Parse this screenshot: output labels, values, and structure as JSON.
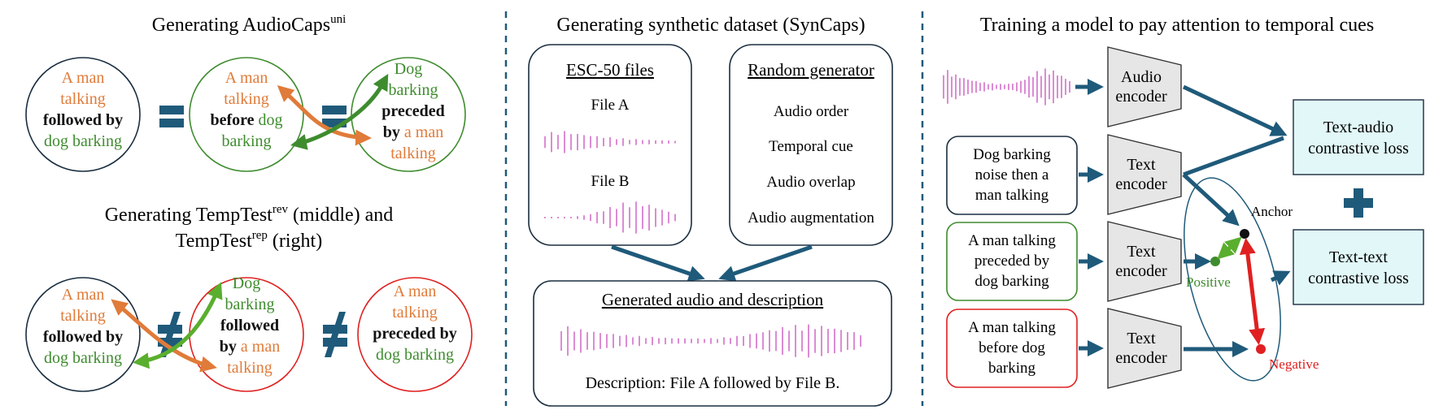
{
  "colors": {
    "orange": "#E07B39",
    "green": "#3E8C2E",
    "navy": "#1F5A7A",
    "pink": "#D77FD0",
    "red": "#E02020",
    "box_fill": "#E6E6E6",
    "loss_fill": "#E1F7F8"
  },
  "panel1": {
    "title": "Generating AudioCaps",
    "title_sup": "uni",
    "circle_a": {
      "l1": "A man",
      "l2": "talking",
      "l3": "followed by",
      "l4": "dog barking"
    },
    "circle_b": {
      "l1": "A man",
      "l2": "talking",
      "l3_bold": "before",
      "l3_rest": " dog",
      "l4": "barking"
    },
    "circle_c": {
      "l1": "Dog",
      "l2": "barking",
      "l3": "preceded",
      "l4_bold": "by",
      "l4_rest": " a man",
      "l5": "talking"
    },
    "title2_l1": "Generating TempTest",
    "title2_sup1": "rev",
    "title2_l1_rest": " (middle) and",
    "title2_l2": "TempTest",
    "title2_sup2": "rep",
    "title2_l2_rest": " (right)",
    "circle_d": {
      "l1": "A man",
      "l2": "talking",
      "l3": "followed by",
      "l4": "dog barking"
    },
    "circle_e": {
      "l1": "Dog",
      "l2": "barking",
      "l3": "followed",
      "l4_bold": "by",
      "l4_rest": " a man",
      "l5": "talking"
    },
    "circle_f": {
      "l1": "A man",
      "l2": "talking",
      "l3": "preceded by",
      "l4": "dog barking"
    }
  },
  "panel2": {
    "title": "Generating synthetic dataset (SynCaps)",
    "esc_title": "ESC-50 files",
    "file_a": "File A",
    "file_b": "File B",
    "gen_title": "Random generator",
    "gen_items": [
      "Audio order",
      "Temporal cue",
      "Audio overlap",
      "Audio augmentation"
    ],
    "out_title": "Generated audio and description",
    "out_desc": "Description: File A followed by File B."
  },
  "panel3": {
    "title": "Training a model to pay attention to temporal cues",
    "audio_encoder": {
      "l1": "Audio",
      "l2": "encoder"
    },
    "text_encoder": {
      "l1": "Text",
      "l2": "encoder"
    },
    "cap1": [
      "Dog barking",
      "noise then a",
      "man talking"
    ],
    "cap2": [
      "A man talking",
      "preceded by",
      "dog barking"
    ],
    "cap3": [
      "A man talking",
      "before dog",
      "barking"
    ],
    "loss1": {
      "l1": "Text-audio",
      "l2": "contrastive loss"
    },
    "loss2": {
      "l1": "Text-text",
      "l2": "contrastive loss"
    },
    "anchor": "Anchor",
    "positive": "Positive",
    "negative": "Negative"
  }
}
